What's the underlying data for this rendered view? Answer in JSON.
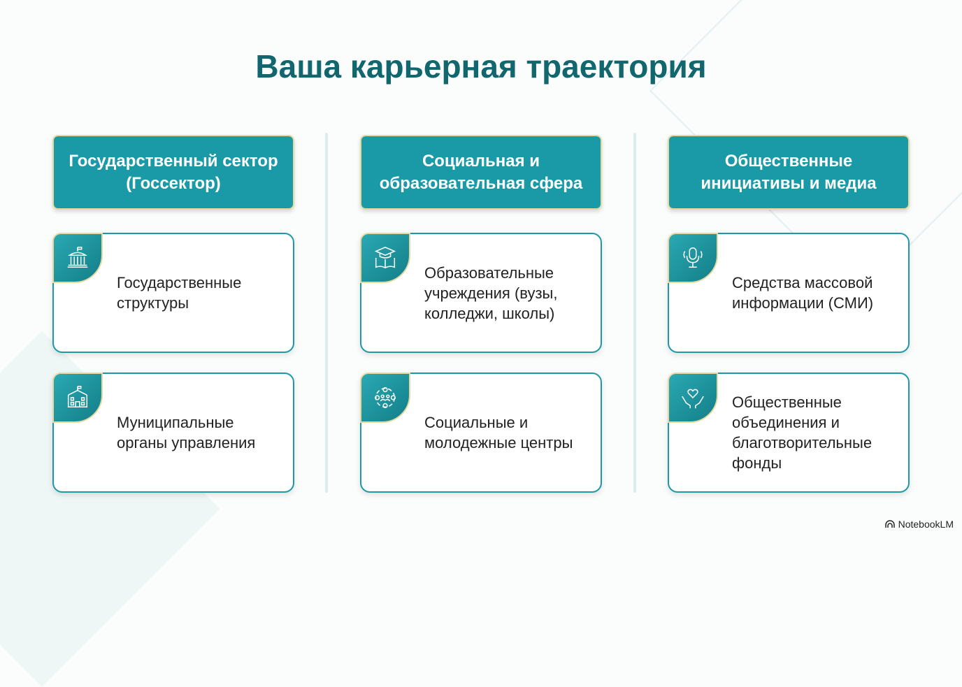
{
  "title": "Ваша карьерная траектория",
  "columns": [
    {
      "header": "Государственный сектор (Госсектор)",
      "cards": [
        {
          "text": "Государственные структуры",
          "icon": "government-building-icon"
        },
        {
          "text": "Муниципальные органы управления",
          "icon": "municipal-building-icon"
        }
      ]
    },
    {
      "header": "Социальная и образовательная сфера",
      "cards": [
        {
          "text": "Образовательные учреждения (вузы, колледжи, школы)",
          "icon": "graduation-book-icon"
        },
        {
          "text": "Социальные и молодежные центры",
          "icon": "community-people-icon"
        }
      ]
    },
    {
      "header": "Общественные инициативы и медиа",
      "cards": [
        {
          "text": "Средства массовой информации (СМИ)",
          "icon": "microphone-icon"
        },
        {
          "text": "Общественные объединения и благотворительные фонды",
          "icon": "heart-hands-icon"
        }
      ]
    }
  ],
  "watermark": "NotebookLM"
}
